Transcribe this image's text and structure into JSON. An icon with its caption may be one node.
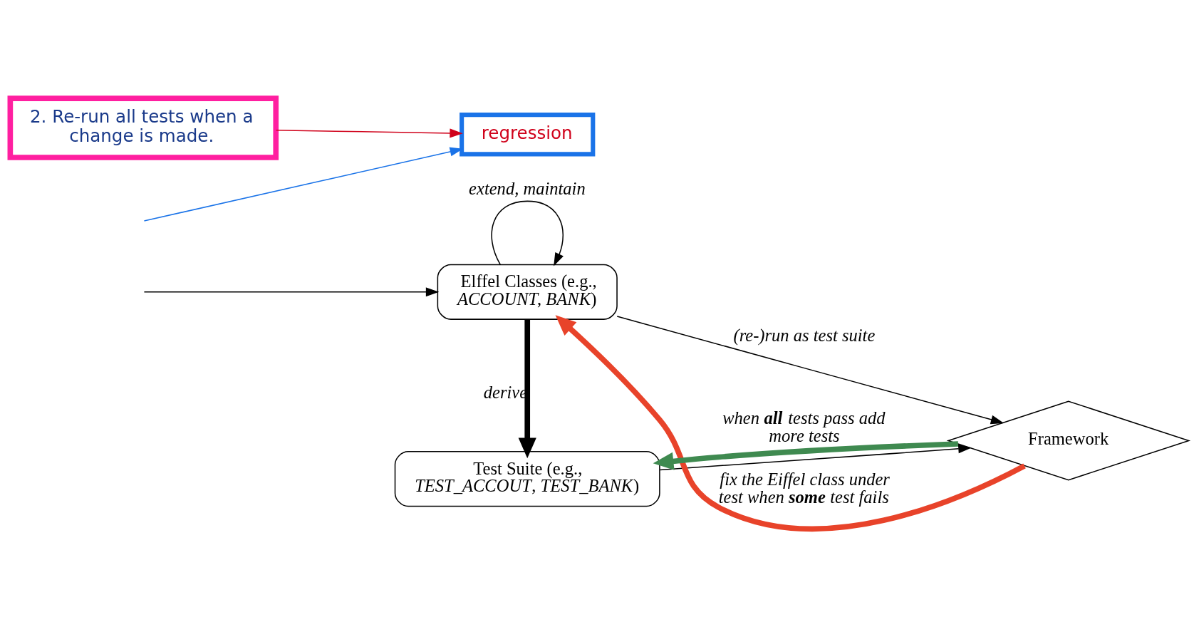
{
  "diagram": {
    "nodes": [
      {
        "text": [
          "Elffel Classes (e.g., *ACCOUNT*, *BANK*)"
        ]
      },
      {
        "text": [
          "Test Suite (e.g., *TEST_ACCOUT*, *TEST_BANK*)"
        ]
      },
      {
        "text": [
          "Framework"
        ]
      },
      {
        "text": [
          "2. Re-run all tests when a change is made."
        ]
      },
      {
        "text": [
          "regression"
        ]
      }
    ],
    "edges": [
      {
        "from": null,
        "to": 0,
        "arrow": "to"
      },
      {
        "from": 0,
        "to": 0,
        "arrow": "to",
        "label": "extend, maintain"
      },
      {
        "from": 0,
        "to": 1,
        "arrow": "to",
        "label": "derive",
        "style": "thick"
      },
      {
        "from": 0,
        "to": 2,
        "arrow": "to",
        "label": "(re-)run as test suite"
      },
      {
        "from": 1,
        "to": 2,
        "arrow": "to"
      },
      {
        "from": 2,
        "to": 0,
        "arrow": "to",
        "label": "fix the Eiffel class under test when **some** test fails",
        "style": "thick",
        "color": "#e8432a"
      },
      {
        "from": 2,
        "to": 1,
        "arrow": "to",
        "label": "when **all** tests pass add more tests",
        "style": "thick",
        "color": "#3f8a50"
      },
      {
        "from": 3,
        "to": 4,
        "arrow": "to",
        "color": "#d0021b"
      },
      {
        "from": null,
        "to": 4,
        "arrow": "to",
        "color": "#1a73e8"
      }
    ]
  }
}
